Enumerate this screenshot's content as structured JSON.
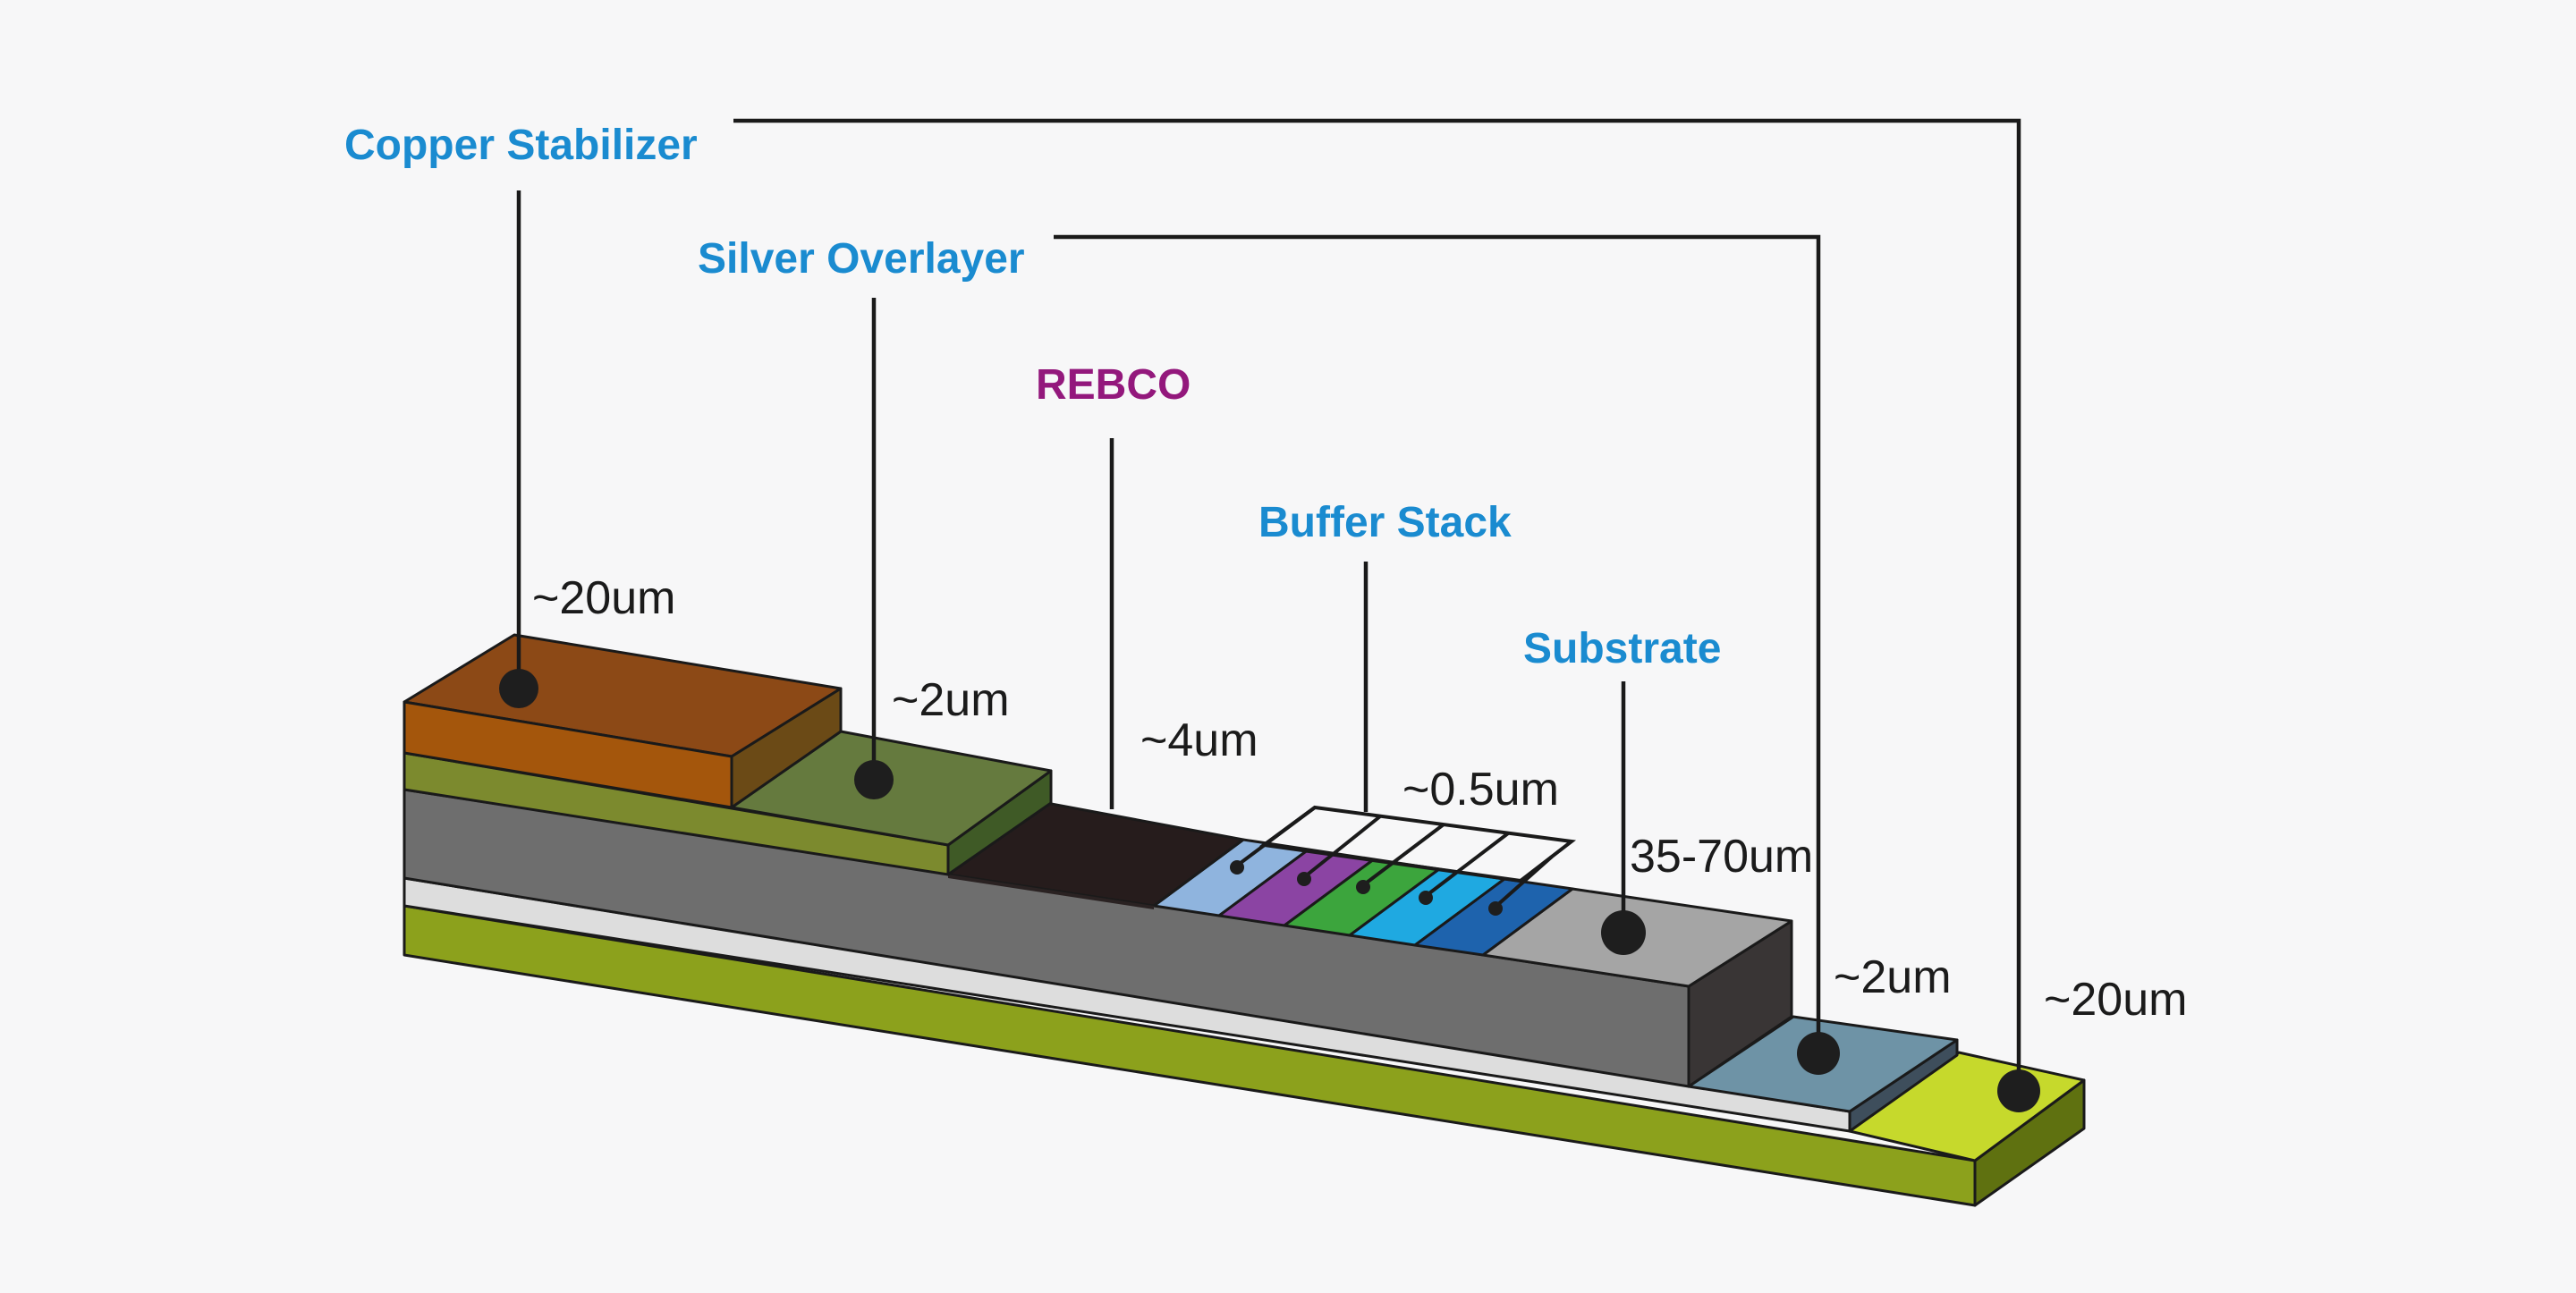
{
  "layers": {
    "copper": {
      "label": "Copper Stabilizer",
      "thickness_top": "~20um",
      "thickness_bottom": "~20um"
    },
    "silver": {
      "label": "Silver Overlayer",
      "thickness_top": "~2um",
      "thickness_bottom": "~2um"
    },
    "rebco": {
      "label": "REBCO",
      "thickness": "~4um"
    },
    "buffer": {
      "label": "Buffer Stack",
      "thickness": "~0.5um"
    },
    "substrate": {
      "label": "Substrate",
      "thickness": "35-70um"
    }
  },
  "colors": {
    "copper_top": "#8c4916",
    "copper_front": "#a4560c",
    "silver_top": "#657a3e",
    "substrate": "#6e6e6e",
    "substrate_top": "#a5a5a5",
    "rebco": "#261c1c",
    "buffer": [
      "#8fb4de",
      "#8b44a3",
      "#3ca53d",
      "#1fa9e1",
      "#1e63ad"
    ],
    "copper_bottom": "#8ca11c",
    "copper_bottom_top": "#c6d92c",
    "silver_bottom_top": "#6e93a6",
    "label_blue": "#1a8bd0",
    "label_purple": "#93187c"
  }
}
